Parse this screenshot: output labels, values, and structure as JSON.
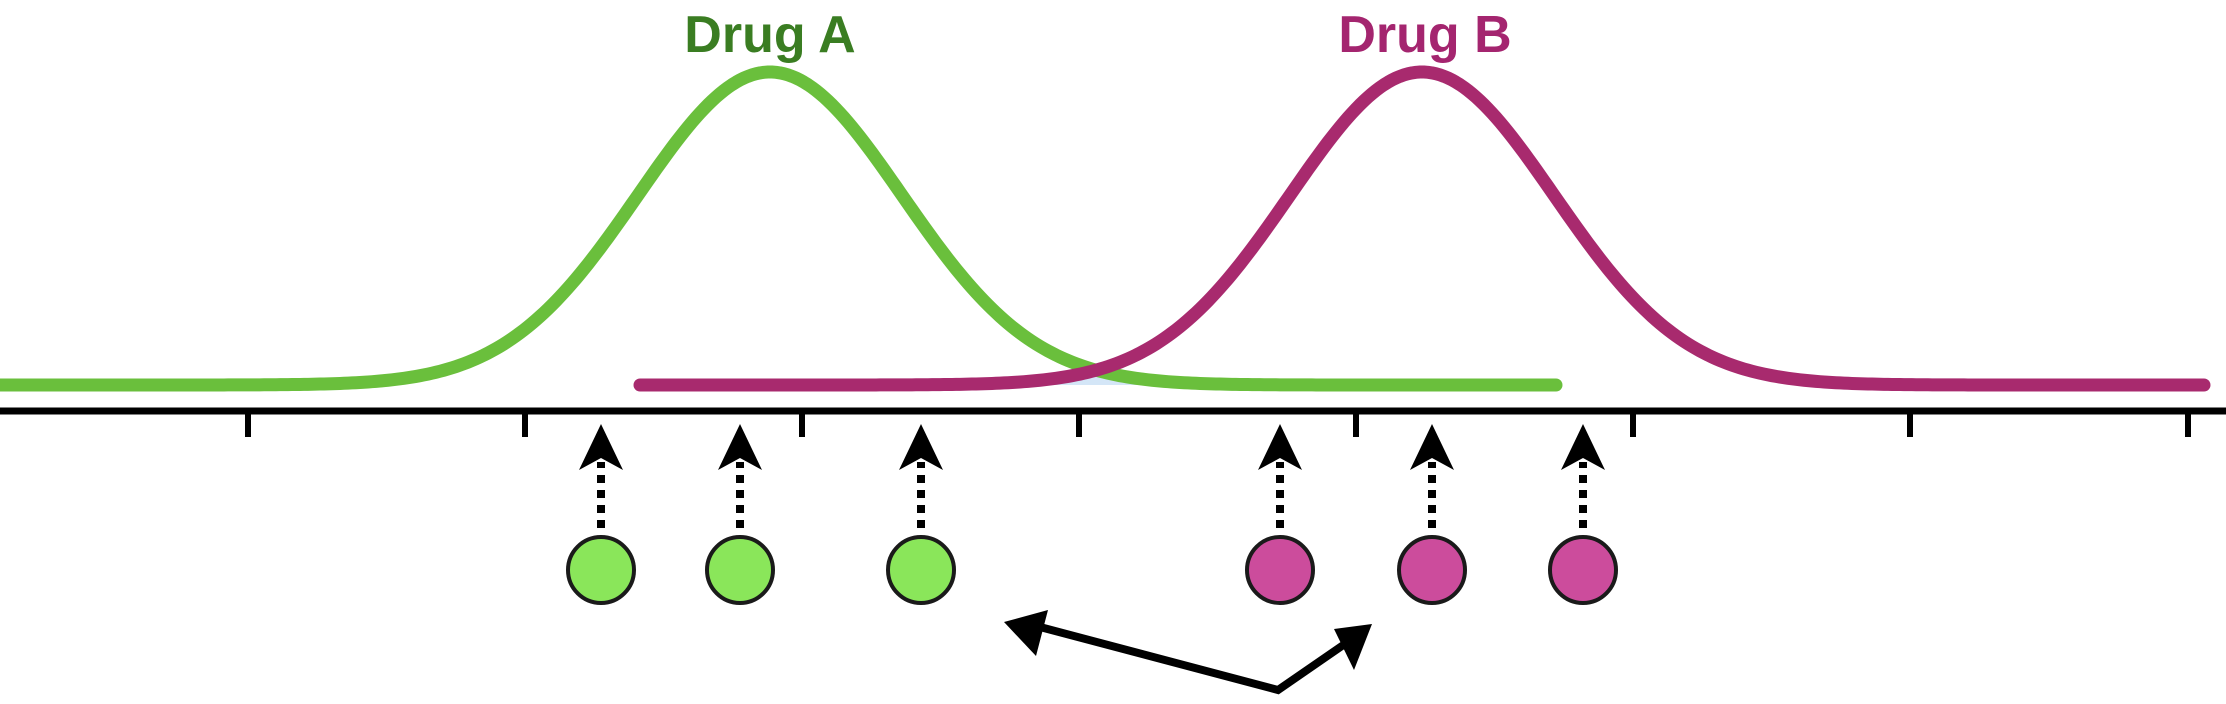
{
  "distributions": [
    {
      "id": "drug-a",
      "label": "Drug A",
      "label_color": "#3a7d22",
      "curve_color": "#6abf3c",
      "point_fill": "#8ae65a",
      "point_stroke": "#1a1a1a"
    },
    {
      "id": "drug-b",
      "label": "Drug B",
      "label_color": "#a4256f",
      "curve_color": "#a82a6e",
      "point_fill": "#cc4c9c",
      "point_stroke": "#1a1a1a"
    }
  ],
  "overlap_color": "#d4e6f7",
  "axis_color": "#000000",
  "arrow_color": "#000000"
}
